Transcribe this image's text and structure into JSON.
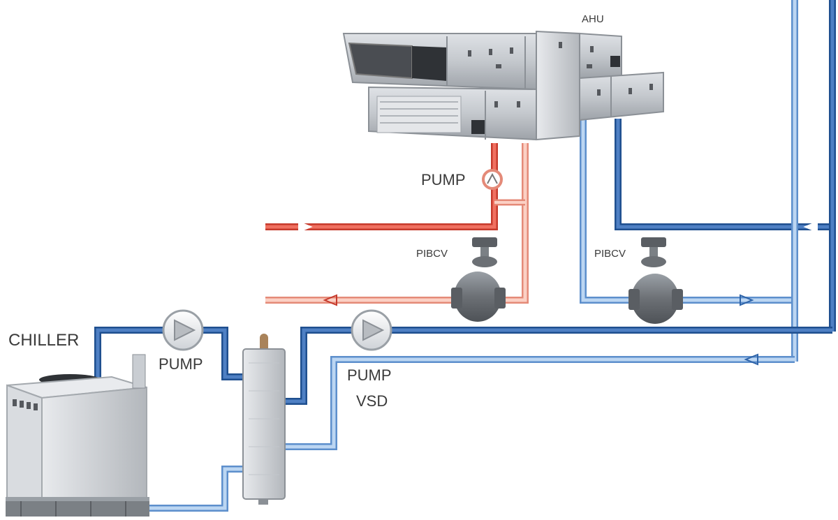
{
  "labels": {
    "ahu": "AHU",
    "pump_ahu": "PUMP",
    "pibcv_left": "PIBCV",
    "pibcv_right": "PIBCV",
    "chiller": "CHILLER",
    "pump_chiller": "PUMP",
    "pump_vsd_line1": "PUMP",
    "pump_vsd_line2": "VSD"
  },
  "colors": {
    "hot_pipe": "#e2513f",
    "hot_pipe_light": "#f2a290",
    "cold_pipe_dark": "#2e63a8",
    "cold_pipe_light": "#79a9de",
    "equipment_gray": "#b9bdc2",
    "valve_gray": "#6c7075"
  },
  "icons": {
    "pump": "pump-icon",
    "valve": "valve-icon",
    "actuator": "actuator-icon",
    "flow_arrow": "flow-arrow-icon"
  }
}
